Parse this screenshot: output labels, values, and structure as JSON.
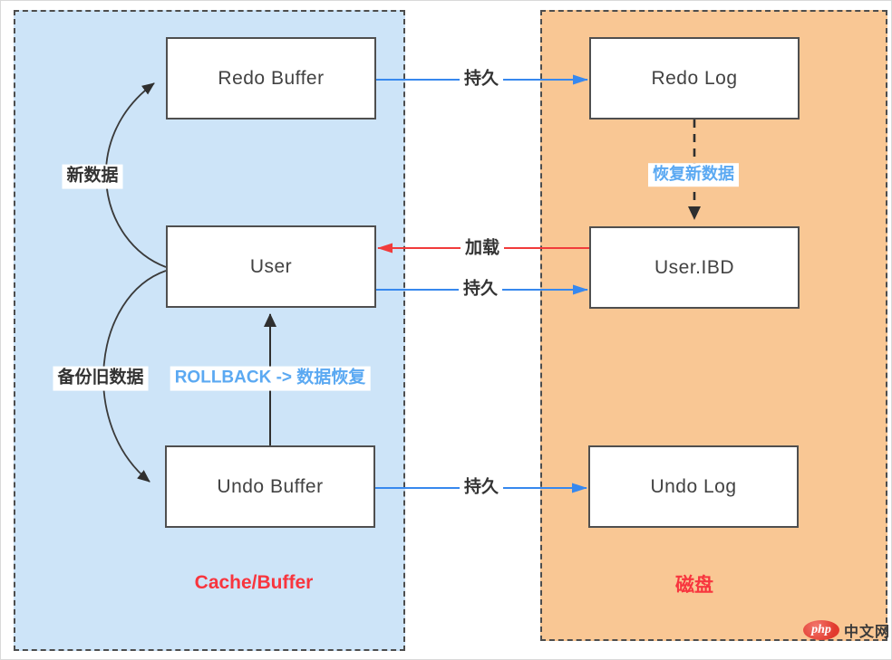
{
  "regions": {
    "cache": {
      "title": "Cache/Buffer"
    },
    "disk": {
      "title": "磁盘"
    }
  },
  "nodes": {
    "redo_buffer": {
      "label": "Redo Buffer"
    },
    "user": {
      "label": "User"
    },
    "undo_buffer": {
      "label": "Undo Buffer"
    },
    "redo_log": {
      "label": "Redo Log"
    },
    "user_ibd": {
      "label": "User.IBD"
    },
    "undo_log": {
      "label": "Undo Log"
    }
  },
  "edges": {
    "persist_top": {
      "label": "持久",
      "from": "Redo Buffer",
      "to": "Redo Log"
    },
    "load": {
      "label": "加载",
      "from": "User.IBD",
      "to": "User"
    },
    "persist_mid": {
      "label": "持久",
      "from": "User",
      "to": "User.IBD"
    },
    "persist_bottom": {
      "label": "持久",
      "from": "Undo Buffer",
      "to": "Undo Log"
    },
    "recover_new_data": {
      "label": "恢复新数据",
      "from": "Redo Log",
      "to": "User.IBD"
    },
    "rollback": {
      "label": "ROLLBACK -> 数据恢复",
      "from": "Undo Buffer",
      "to": "User"
    },
    "new_data": {
      "label": "新数据",
      "from": "User",
      "to": "Redo Buffer"
    },
    "backup_old_data": {
      "label": "备份旧数据",
      "from": "User",
      "to": "Undo Buffer"
    }
  },
  "watermark": {
    "logo_text": "php",
    "site_text": "中文网"
  },
  "colors": {
    "cache_region_fill": "#cde4f8",
    "disk_region_fill": "#f9c794",
    "region_border": "#4d4d4d",
    "node_border": "#4f4f4f",
    "blue_arrow": "#3788ee",
    "red_arrow": "#f13b3b",
    "black_arrow": "#333333",
    "blue_label_text": "#5ba9f2",
    "region_title_text": "#f8353e",
    "watermark_red": "#e23a2e"
  }
}
